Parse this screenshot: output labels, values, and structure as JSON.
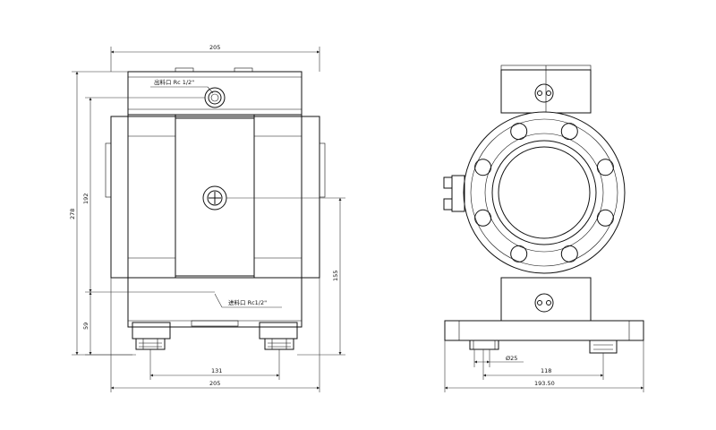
{
  "drawing": {
    "front_view": {
      "overall_width_top": "205",
      "overall_width_bottom": "205",
      "total_height": "278",
      "upper_height": "192",
      "base_height": "59",
      "inlet_height": "155",
      "foot_spacing": "131",
      "outlet_label": "出料口 Rc 1/2\"",
      "inlet_label": "进料口 Rc1/2\""
    },
    "side_view": {
      "hole_diameter": "Ø25",
      "foot_spacing": "118",
      "base_width": "193.50"
    }
  }
}
